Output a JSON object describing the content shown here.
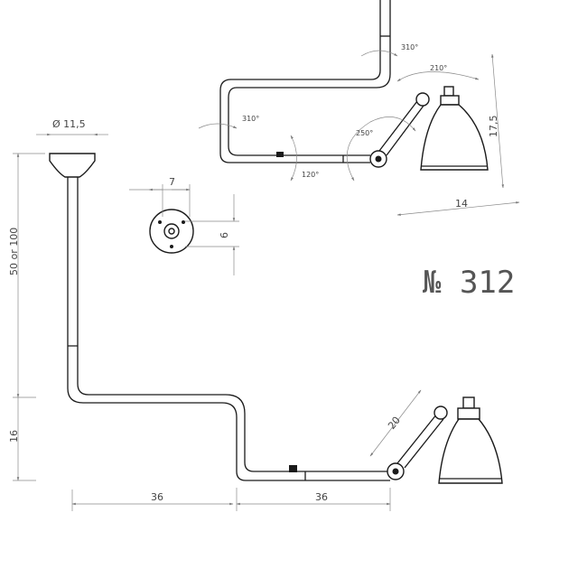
{
  "model": {
    "title": "№ 312"
  },
  "dimensions": {
    "diameter": "Ø 11,5",
    "height": "50 or 100",
    "drop": "16",
    "offset_left": "36",
    "offset_right": "36",
    "arm": "20",
    "mount_width": "7",
    "mount_height": "6",
    "shade_height": "17,5",
    "shade_width": "14"
  },
  "rotations": {
    "top": "310°",
    "shade_swing": "210°",
    "base": "310°",
    "arm_joint": "250°",
    "elbow": "120°"
  },
  "colors": {
    "line": "#1a1a1a",
    "dimension": "#8a8a8a",
    "title": "#555555"
  }
}
